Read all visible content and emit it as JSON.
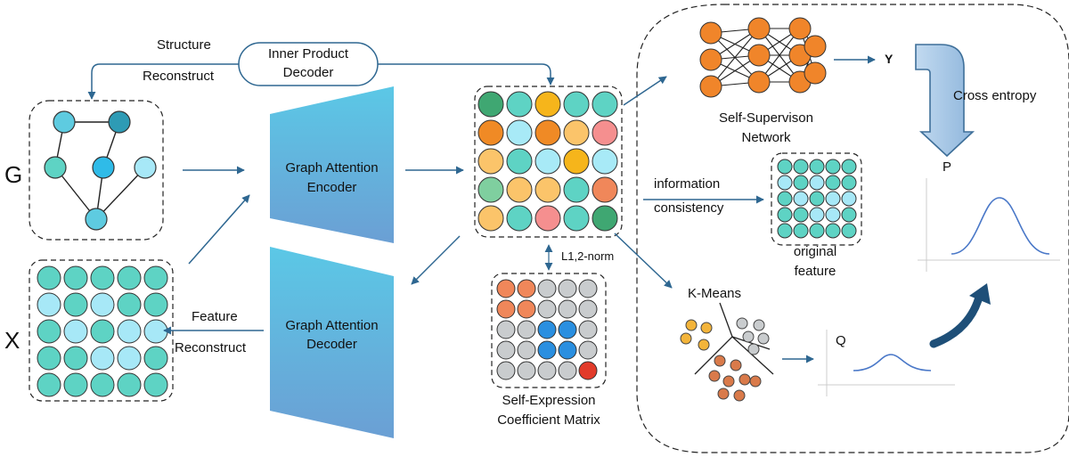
{
  "labels": {
    "g": "G",
    "x": "X",
    "y": "Y",
    "p": "P",
    "q": "Q",
    "structure": "Structure",
    "reconstruct_top": "Reconstruct",
    "inner_product_line1": "Inner Product",
    "inner_product_line2": "Decoder",
    "encoder_line1": "Graph Attention",
    "encoder_line2": "Encoder",
    "decoder_line1": "Graph Attention",
    "decoder_line2": "Decoder",
    "feature": "Feature",
    "reconstruct_bottom": "Reconstruct",
    "l12norm": "L1,2-norm",
    "self_expression_line1": "Self-Expression",
    "self_expression_line2": "Coefficient Matrix",
    "self_supervision_line1": "Self-Supervison",
    "self_supervision_line2": "Network",
    "information": "information",
    "consistency": "consistency",
    "original": "original",
    "feature_lower": "feature",
    "kmeans": "K-Means",
    "cross_entropy": "Cross entropy"
  },
  "colors": {
    "arrow": "#2e6791",
    "trapezoid_top": "#5bc8e6",
    "trapezoid_bottom": "#6b9fd4",
    "node_teal": "#5ed3c4",
    "node_light": "#a7e8f7",
    "node_blue": "#2fbbe8",
    "node_dark_teal": "#2e9bb5",
    "orange_node": "#f0852a",
    "cross_entropy_arrow": "#a8c8e6",
    "curve": "#4a78c8",
    "curved_arrow": "#1e4f78"
  },
  "matrices": {
    "x_matrix": [
      [
        "teal",
        "teal",
        "teal",
        "teal",
        "teal"
      ],
      [
        "light",
        "teal",
        "light",
        "teal",
        "teal"
      ],
      [
        "teal",
        "light",
        "teal",
        "light",
        "light"
      ],
      [
        "teal",
        "teal",
        "light",
        "light",
        "teal"
      ],
      [
        "teal",
        "teal",
        "teal",
        "teal",
        "teal"
      ]
    ],
    "latent": [
      [
        "green",
        "teal",
        "amber",
        "teal",
        "teal"
      ],
      [
        "orange",
        "lightcyan",
        "orange",
        "lightorange",
        "pink"
      ],
      [
        "lightorange",
        "teal",
        "lightcyan",
        "amber",
        "lightcyan"
      ],
      [
        "mint",
        "lightorange",
        "lightorange",
        "teal",
        "salmon"
      ],
      [
        "lightorange",
        "teal",
        "pink",
        "teal",
        "green"
      ]
    ],
    "original": [
      [
        "teal",
        "teal",
        "teal",
        "teal",
        "teal"
      ],
      [
        "light",
        "teal",
        "light",
        "teal",
        "teal"
      ],
      [
        "teal",
        "light",
        "teal",
        "light",
        "light"
      ],
      [
        "teal",
        "teal",
        "light",
        "light",
        "teal"
      ],
      [
        "teal",
        "teal",
        "teal",
        "teal",
        "teal"
      ]
    ],
    "self_expression": [
      [
        "salmon",
        "salmon",
        "gray",
        "gray",
        "gray"
      ],
      [
        "salmon",
        "salmon",
        "gray",
        "gray",
        "gray"
      ],
      [
        "gray",
        "gray",
        "blue",
        "blue",
        "gray"
      ],
      [
        "gray",
        "gray",
        "blue",
        "blue",
        "gray"
      ],
      [
        "gray",
        "gray",
        "gray",
        "gray",
        "red"
      ]
    ]
  }
}
